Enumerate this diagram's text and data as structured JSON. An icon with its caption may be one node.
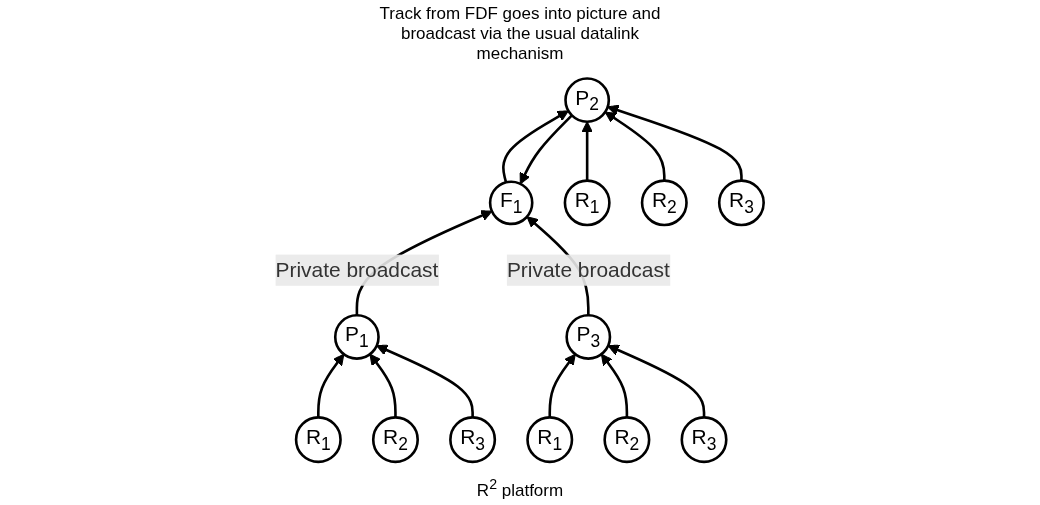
{
  "diagram": {
    "nodes": [
      {
        "text": [
          "F$_{1}$"
        ]
      },
      {
        "text": [
          "P$_{1}$"
        ]
      },
      {
        "text": [
          "P$_{2}$"
        ]
      },
      {
        "text": [
          "P$_{3}$"
        ]
      },
      {
        "text": [
          "R$_{1}$"
        ]
      },
      {
        "text": [
          "R$_{2}$"
        ]
      },
      {
        "text": [
          "R$_{3}$"
        ]
      },
      {
        "text": [
          "R$_{1}$"
        ]
      },
      {
        "text": [
          "R$_{2}$"
        ]
      },
      {
        "text": [
          "R$_{3}$"
        ]
      },
      {
        "text": [
          "R$_{1}$"
        ]
      },
      {
        "text": [
          "R$_{2}$"
        ]
      },
      {
        "text": [
          "R$_{3}$"
        ]
      }
    ],
    "edges": [
      {
        "from": 1,
        "to": 0,
        "arrow": "to",
        "label": "Private broadcast"
      },
      {
        "from": 2,
        "to": 0,
        "arrow": "to"
      },
      {
        "from": 3,
        "to": 0,
        "arrow": "to",
        "label": "Private broadcast"
      },
      {
        "from": 0,
        "to": 2,
        "arrow": "to"
      },
      {
        "from": 4,
        "to": 1,
        "arrow": "to"
      },
      {
        "from": 5,
        "to": 1,
        "arrow": "to"
      },
      {
        "from": 6,
        "to": 1,
        "arrow": "to"
      },
      {
        "from": 7,
        "to": 2,
        "arrow": "to"
      },
      {
        "from": 8,
        "to": 2,
        "arrow": "to"
      },
      {
        "from": 9,
        "to": 2,
        "arrow": "to"
      },
      {
        "from": 10,
        "to": 3,
        "arrow": "to"
      },
      {
        "from": 11,
        "to": 3,
        "arrow": "to"
      },
      {
        "from": 12,
        "to": 3,
        "arrow": "to"
      }
    ],
    "labels": [
      "Track from FDF goes into picture and broadcast via the usual datalink mechanism",
      "R$^{2}$ platform"
    ]
  }
}
